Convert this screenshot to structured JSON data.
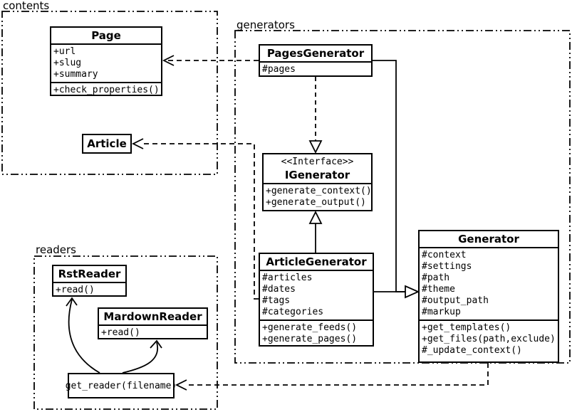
{
  "colors": {
    "line": "#000000",
    "background": "#ffffff"
  },
  "packages": {
    "contents": {
      "label": "contents"
    },
    "generators": {
      "label": "generators"
    },
    "readers": {
      "label": "readers"
    }
  },
  "classes": {
    "page": {
      "name": "Page",
      "attributes": [
        "+url",
        "+slug",
        "+summary"
      ],
      "methods": [
        "+check_properties()"
      ]
    },
    "article": {
      "name": "Article"
    },
    "pages_generator": {
      "name": "PagesGenerator",
      "attributes": [
        "#pages"
      ]
    },
    "igenerator": {
      "stereotype": "<<Interface>>",
      "name": "IGenerator",
      "methods": [
        "+generate_context()",
        "+generate_output()"
      ]
    },
    "article_generator": {
      "name": "ArticleGenerator",
      "attributes": [
        "#articles",
        "#dates",
        "#tags",
        "#categories"
      ],
      "methods": [
        "+generate_feeds()",
        "+generate_pages()"
      ]
    },
    "generator": {
      "name": "Generator",
      "attributes": [
        "#context",
        "#settings",
        "#path",
        "#theme",
        "#output_path",
        "#markup"
      ],
      "methods": [
        "+get_templates()",
        "+get_files(path,exclude)",
        "#_update_context()"
      ]
    },
    "rst_reader": {
      "name": "RstReader",
      "methods": [
        "+read()"
      ]
    },
    "markdown_reader": {
      "name": "MardownReader",
      "methods": [
        "+read()"
      ]
    },
    "get_reader": {
      "name": "get_reader(filename)"
    }
  }
}
